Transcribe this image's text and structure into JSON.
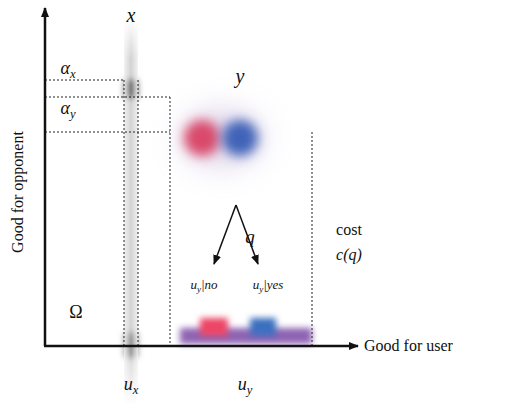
{
  "diagram": {
    "labels": [
      "x",
      "αx",
      "αy",
      "y",
      "Good for opponent",
      "q",
      "cost",
      "c(q)",
      "Ω",
      "uy|no",
      "uy|yes",
      "Good for user",
      "ux",
      "uy"
    ]
  }
}
